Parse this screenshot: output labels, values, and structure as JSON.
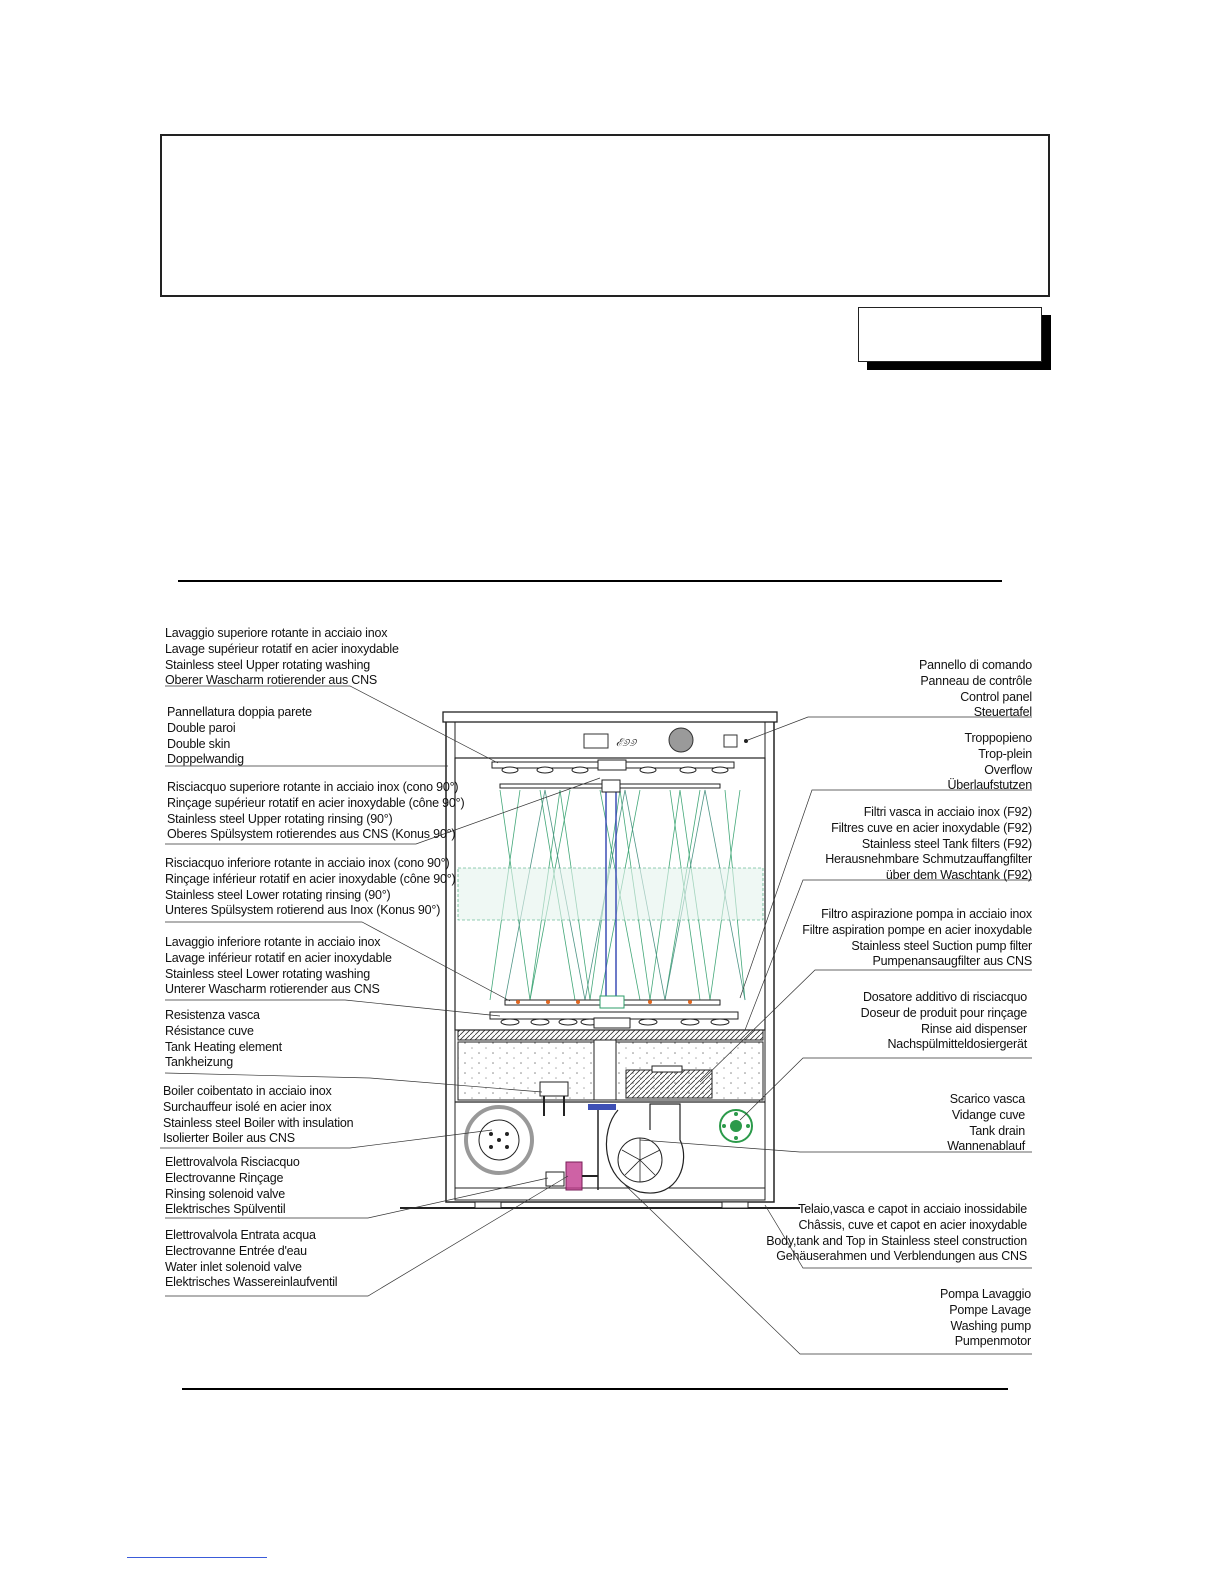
{
  "labels_left": [
    {
      "id": "upper-washing",
      "lines": [
        "Lavaggio superiore rotante in acciaio inox",
        "Lavage supérieur rotatif en acier inoxydable",
        "Stainless steel Upper rotating washing",
        "Oberer Wascharm rotierender aus CNS"
      ]
    },
    {
      "id": "double-skin",
      "lines": [
        "Pannellatura doppia parete",
        "Double paroi",
        "Double skin",
        "Doppelwandig"
      ]
    },
    {
      "id": "upper-rinsing",
      "lines": [
        "Risciacquo superiore rotante in acciaio inox (cono 90°)",
        "Rinçage supérieur rotatif en acier inoxydable (cône 90°)",
        "Stainless steel Upper rotating rinsing (90°)",
        "Oberes Spülsystem rotierendes aus CNS (Konus 90°)"
      ]
    },
    {
      "id": "lower-rinsing",
      "lines": [
        "Risciacquo inferiore rotante in acciaio inox (cono 90°)",
        "Rinçage inférieur rotatif en acier inoxydable (cône 90°)",
        "Stainless steel Lower rotating rinsing (90°)",
        "Unteres Spülsystem rotierend aus Inox (Konus 90°)"
      ]
    },
    {
      "id": "lower-washing",
      "lines": [
        "Lavaggio inferiore rotante in acciaio inox",
        "Lavage inférieur rotatif en acier inoxydable",
        "Stainless steel Lower rotating washing",
        "Unterer Wascharm rotierender aus CNS"
      ]
    },
    {
      "id": "tank-heating",
      "lines": [
        "Resistenza vasca",
        "Résistance cuve",
        "Tank Heating element",
        "Tankheizung"
      ]
    },
    {
      "id": "boiler",
      "lines": [
        "Boiler coibentato in acciaio inox",
        "Surchauffeur isolé en acier inox",
        "Stainless steel Boiler with insulation",
        "Isolierter Boiler aus CNS"
      ]
    },
    {
      "id": "rinse-valve",
      "lines": [
        "Elettrovalvola Risciacquo",
        "Electrovanne Rinçage",
        "Rinsing solenoid valve",
        "Elektrisches Spülventil"
      ]
    },
    {
      "id": "inlet-valve",
      "lines": [
        "Elettrovalvola Entrata acqua",
        "Electrovanne Entrée d'eau",
        "Water inlet solenoid valve",
        "Elektrisches Wassereinlaufventil"
      ]
    }
  ],
  "labels_right": [
    {
      "id": "control-panel",
      "lines": [
        "Pannello di comando",
        "Panneau de contrôle",
        "Control panel",
        "Steuertafel"
      ]
    },
    {
      "id": "overflow",
      "lines": [
        "Troppopieno",
        "Trop-plein",
        "Overflow",
        "Überlaufstutzen"
      ]
    },
    {
      "id": "tank-filters",
      "lines": [
        "Filtri vasca in acciaio inox (F92)",
        "Filtres cuve en acier inoxydable (F92)",
        "Stainless steel Tank filters (F92)",
        "Herausnehmbare Schmutzauffangfilter",
        "über dem Waschtank (F92)"
      ]
    },
    {
      "id": "suction-filter",
      "lines": [
        "Filtro aspirazione pompa in acciaio inox",
        "Filtre aspiration pompe en acier inoxydable",
        "Stainless steel Suction pump filter",
        "Pumpenansaugfilter aus CNS"
      ]
    },
    {
      "id": "rinse-aid",
      "lines": [
        "Dosatore additivo di risciacquo",
        "Doseur de produit pour rinçage",
        "Rinse aid dispenser",
        "Nachspülmitteldosiergerät"
      ]
    },
    {
      "id": "tank-drain",
      "lines": [
        "Scarico vasca",
        "Vidange cuve",
        "Tank drain",
        "Wannenablauf"
      ]
    },
    {
      "id": "body",
      "lines": [
        "Telaio,vasca e capot in acciaio inossidabile",
        "Châssis, cuve et capot en acier inoxydable",
        "Body,tank and Top in Stainless steel construction",
        "Gehäuserahmen und Verblendungen aus CNS"
      ]
    },
    {
      "id": "wash-pump",
      "lines": [
        "Pompa Lavaggio",
        "Pompe Lavage",
        "Washing pump",
        "Pumpenmotor"
      ]
    }
  ],
  "colors": {
    "ink": "#1a1a1a",
    "spray_green": "#2e9e6a",
    "spray_blue": "#3d4fb5",
    "valve_magenta": "#c23b8f",
    "drain_green": "#2b9a4a",
    "heater_orange": "#e0661f"
  },
  "icons": [
    "machine-cutaway",
    "control-dial-icon",
    "drain-rosette-icon",
    "boiler-icon",
    "solenoid-valve-icon"
  ]
}
